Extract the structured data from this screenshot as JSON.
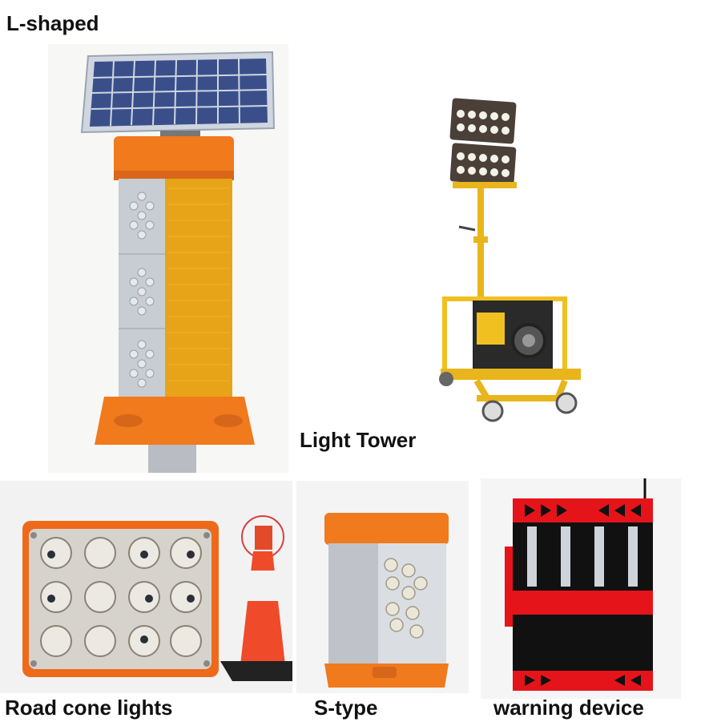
{
  "labels": {
    "l_shaped": "L-shaped",
    "light_tower": "Light Tower",
    "road_cone_lights": "Road cone lights",
    "s_type": "S-type",
    "warning_device": "warning device"
  },
  "colors": {
    "orange": "#f07a1c",
    "amber": "#e8a418",
    "yellow_frame": "#f0c020",
    "red": "#e5141b",
    "black": "#111111"
  }
}
